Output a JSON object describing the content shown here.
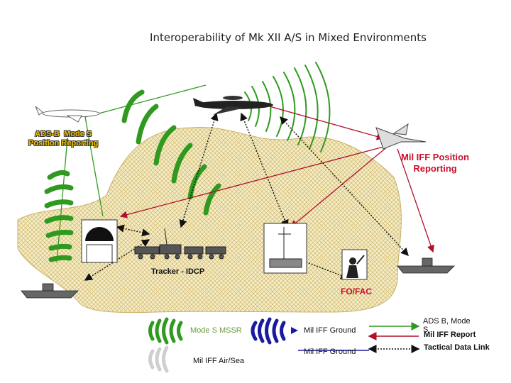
{
  "title": "Interoperability of Mk XII A/S in Mixed Environments",
  "labels": {
    "ads_b_position": "ADS-B  Mode S\nPosition Reporting",
    "mil_iff_position": "Mil IFF Position\nReporting",
    "tracker": "Tracker - IDCP",
    "fo_fac": "FO/FAC"
  },
  "legend": {
    "mode_s_mssr": "Mode S MSSR",
    "mil_iff_air_sea": "Mil IFF Air/Sea",
    "mil_iff_ground_1": "Mil IFF  Ground",
    "mil_iff_ground_2": "Mil IFF Ground",
    "ads_b_mode_s": "ADS B, Mode\nS",
    "mil_iff_report": "Mil IFF Report",
    "tactical_data_link": "Tactical Data Link"
  },
  "colors": {
    "green_waves": "#2f9a1f",
    "mil_waves": "#1a1aa0",
    "red_link": "#b0102a",
    "terrain_fill": "#f3e7b5",
    "terrain_hatch": "#c9b06a"
  },
  "icons": [
    "awacs-aircraft-icon",
    "airliner-icon",
    "fighter-jet-icon",
    "radar-dome-icon",
    "ground-vehicles-icon",
    "antenna-truck-icon",
    "soldier-icon",
    "ship-icon"
  ]
}
